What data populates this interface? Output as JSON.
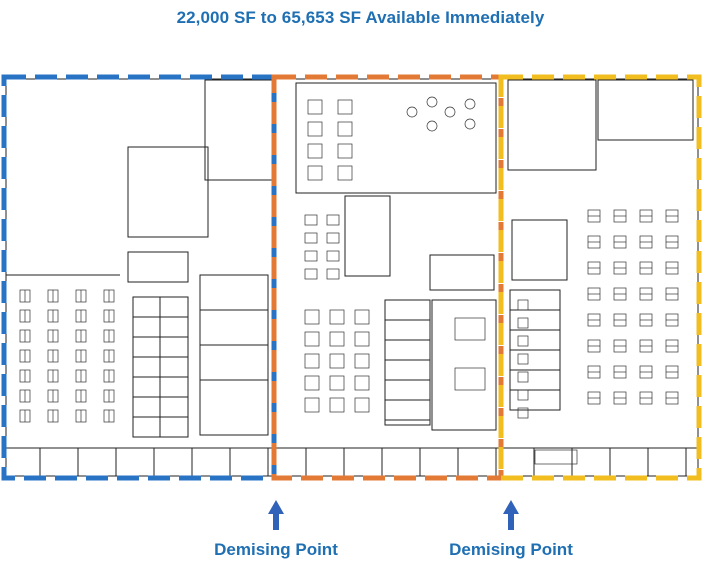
{
  "headline": "22,000 SF to 65,653 SF Available Immediately",
  "demising_points": [
    {
      "label": "Demising Point"
    },
    {
      "label": "Demising Point"
    }
  ],
  "zone_colors": {
    "west": "#2873c4",
    "center": "#e27a36",
    "east": "#f1bd1f"
  },
  "accent_color": "#1f6fb3",
  "icons": [
    "arrow-up-icon"
  ]
}
